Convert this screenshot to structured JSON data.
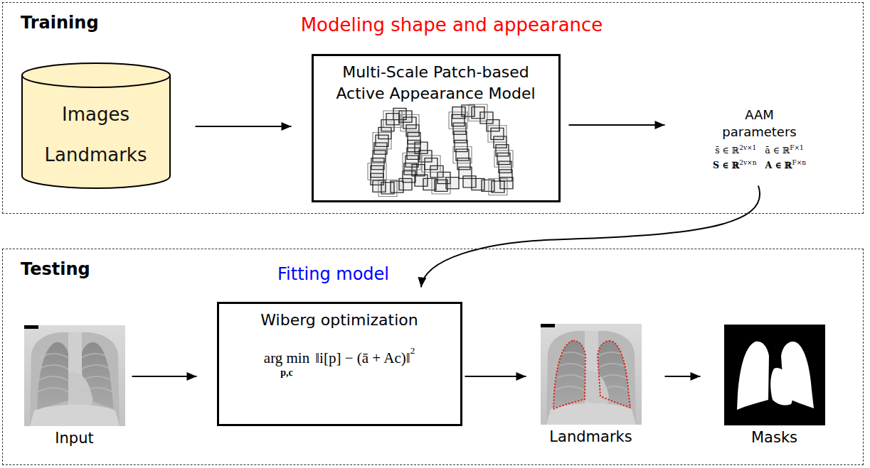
{
  "diagram": {
    "nodes": [
      {
        "text": [
          "Training"
        ]
      },
      {
        "text": [
          "Images",
          "Landmarks"
        ],
        "in": 0
      },
      {
        "text": [
          "Multi-Scale Patch-based Active Appearance Model"
        ],
        "in": 0
      },
      {
        "text": [
          "AAM parameters",
          "s̄ ∈ ℝ",
          "2v×1",
          "ā ∈ ℝ",
          "F×1",
          "S ∈ ℝ",
          "2v×n",
          "A ∈ ℝ",
          "F×n"
        ],
        "in": 0
      },
      {
        "text": [
          "Testing"
        ]
      },
      {
        "text": [
          "Input"
        ],
        "in": 4
      },
      {
        "text": [
          "Wiberg optimization",
          "arg min",
          "p,c",
          "‖i[p] − (ā + Ac)‖",
          "2"
        ],
        "in": 4
      },
      {
        "text": [
          "Landmarks"
        ],
        "in": 4
      },
      {
        "text": [
          "Masks"
        ],
        "in": 4
      }
    ],
    "edges": [
      {
        "from": 1,
        "to": 2,
        "arrow": "to"
      },
      {
        "from": 2,
        "to": 3,
        "arrow": "to"
      },
      {
        "from": 3,
        "to": 6,
        "arrow": "to"
      },
      {
        "from": 5,
        "to": 6,
        "arrow": "to"
      },
      {
        "from": 6,
        "to": 7,
        "arrow": "to"
      },
      {
        "from": 7,
        "to": 8,
        "arrow": "to"
      }
    ],
    "labels": [
      "Modeling shape and appearance",
      "Fitting model"
    ]
  }
}
